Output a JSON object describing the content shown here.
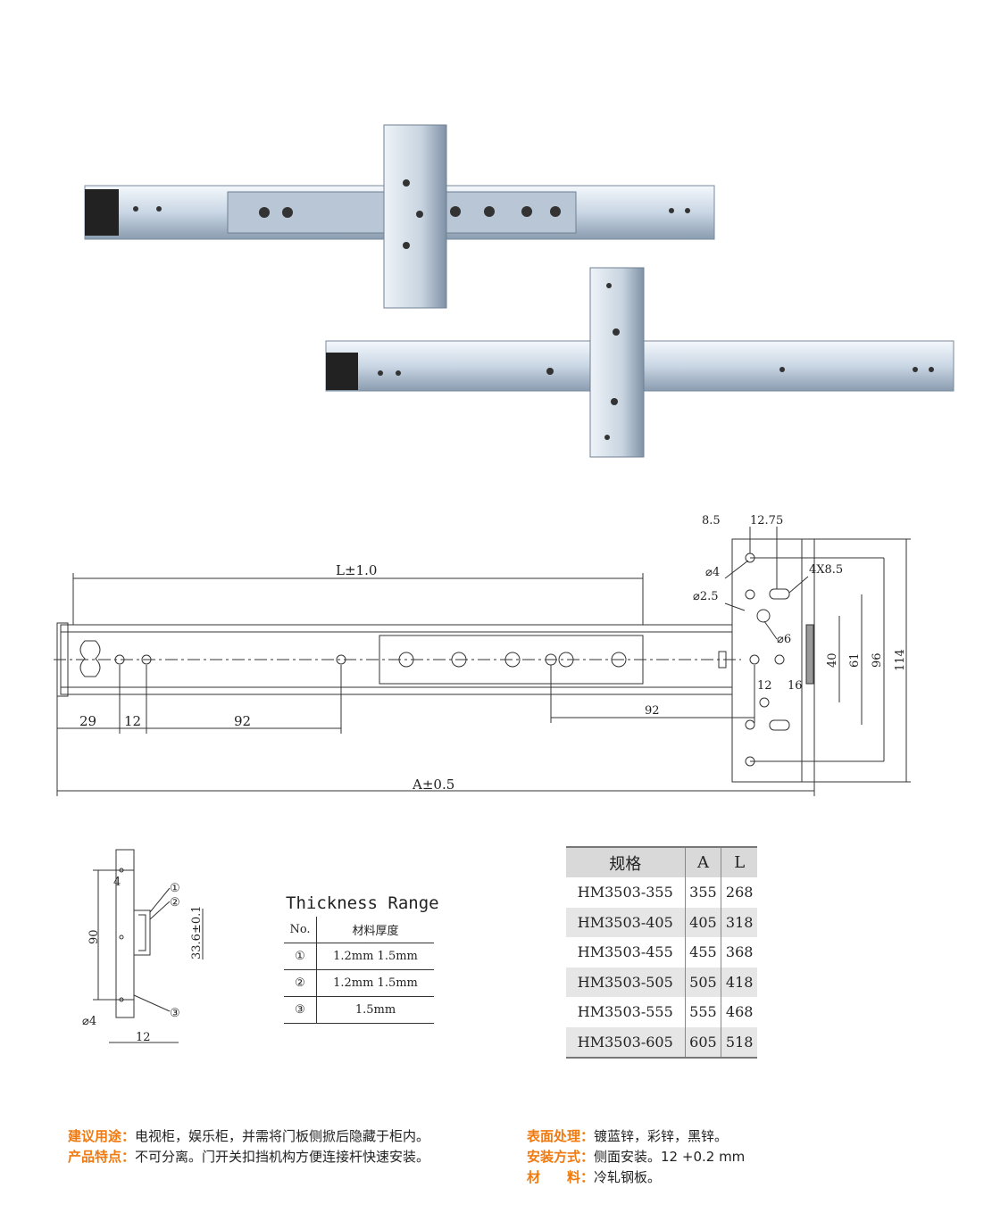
{
  "drawing": {
    "L": "L±1.0",
    "A": "A±0.5",
    "d29": "29",
    "d12": "12",
    "d92a": "92",
    "d92b": "92",
    "d8_5": "8.5",
    "d12_75": "12.75",
    "phi4": "⌀4",
    "phi2_5": "⌀2.5",
    "slots": "4X8.5",
    "phi6": "⌀6",
    "d12b": "12",
    "d16": "16",
    "d40": "40",
    "d61": "61",
    "d96": "96",
    "d114": "114"
  },
  "section": {
    "d4": "4",
    "d90": "90",
    "phi4": "⌀4",
    "d12": "12",
    "d33": "33.6±0.1",
    "c1": "①",
    "c2": "②",
    "c3": "③"
  },
  "thickness": {
    "title": "Thickness Range",
    "headers": [
      "No.",
      "材料厚度"
    ],
    "rows": [
      [
        "①",
        "1.2mm 1.5mm"
      ],
      [
        "②",
        "1.2mm 1.5mm"
      ],
      [
        "③",
        "1.5mm"
      ]
    ]
  },
  "spec": {
    "headers": [
      "规格",
      "A",
      "L"
    ],
    "rows": [
      [
        "HM3503-355",
        "355",
        "268"
      ],
      [
        "HM3503-405",
        "405",
        "318"
      ],
      [
        "HM3503-455",
        "455",
        "368"
      ],
      [
        "HM3503-505",
        "505",
        "418"
      ],
      [
        "HM3503-555",
        "555",
        "468"
      ],
      [
        "HM3503-605",
        "605",
        "518"
      ]
    ]
  },
  "notes": {
    "use_label": "建议用途：",
    "use": "电视柜，娱乐柜，并需将门板侧掀后隐藏于柜内。",
    "feature_label": "产品特点：",
    "feature": "不可分离。门开关扣挡机构方便连接杆快速安装。",
    "surface_label": "表面处理：",
    "surface": "镀蓝锌，彩锌，黑锌。",
    "install_label": "安装方式：",
    "install": "侧面安装。12 +0.2 mm",
    "material_label": "材　　料：",
    "material": "冷轧钢板。"
  }
}
